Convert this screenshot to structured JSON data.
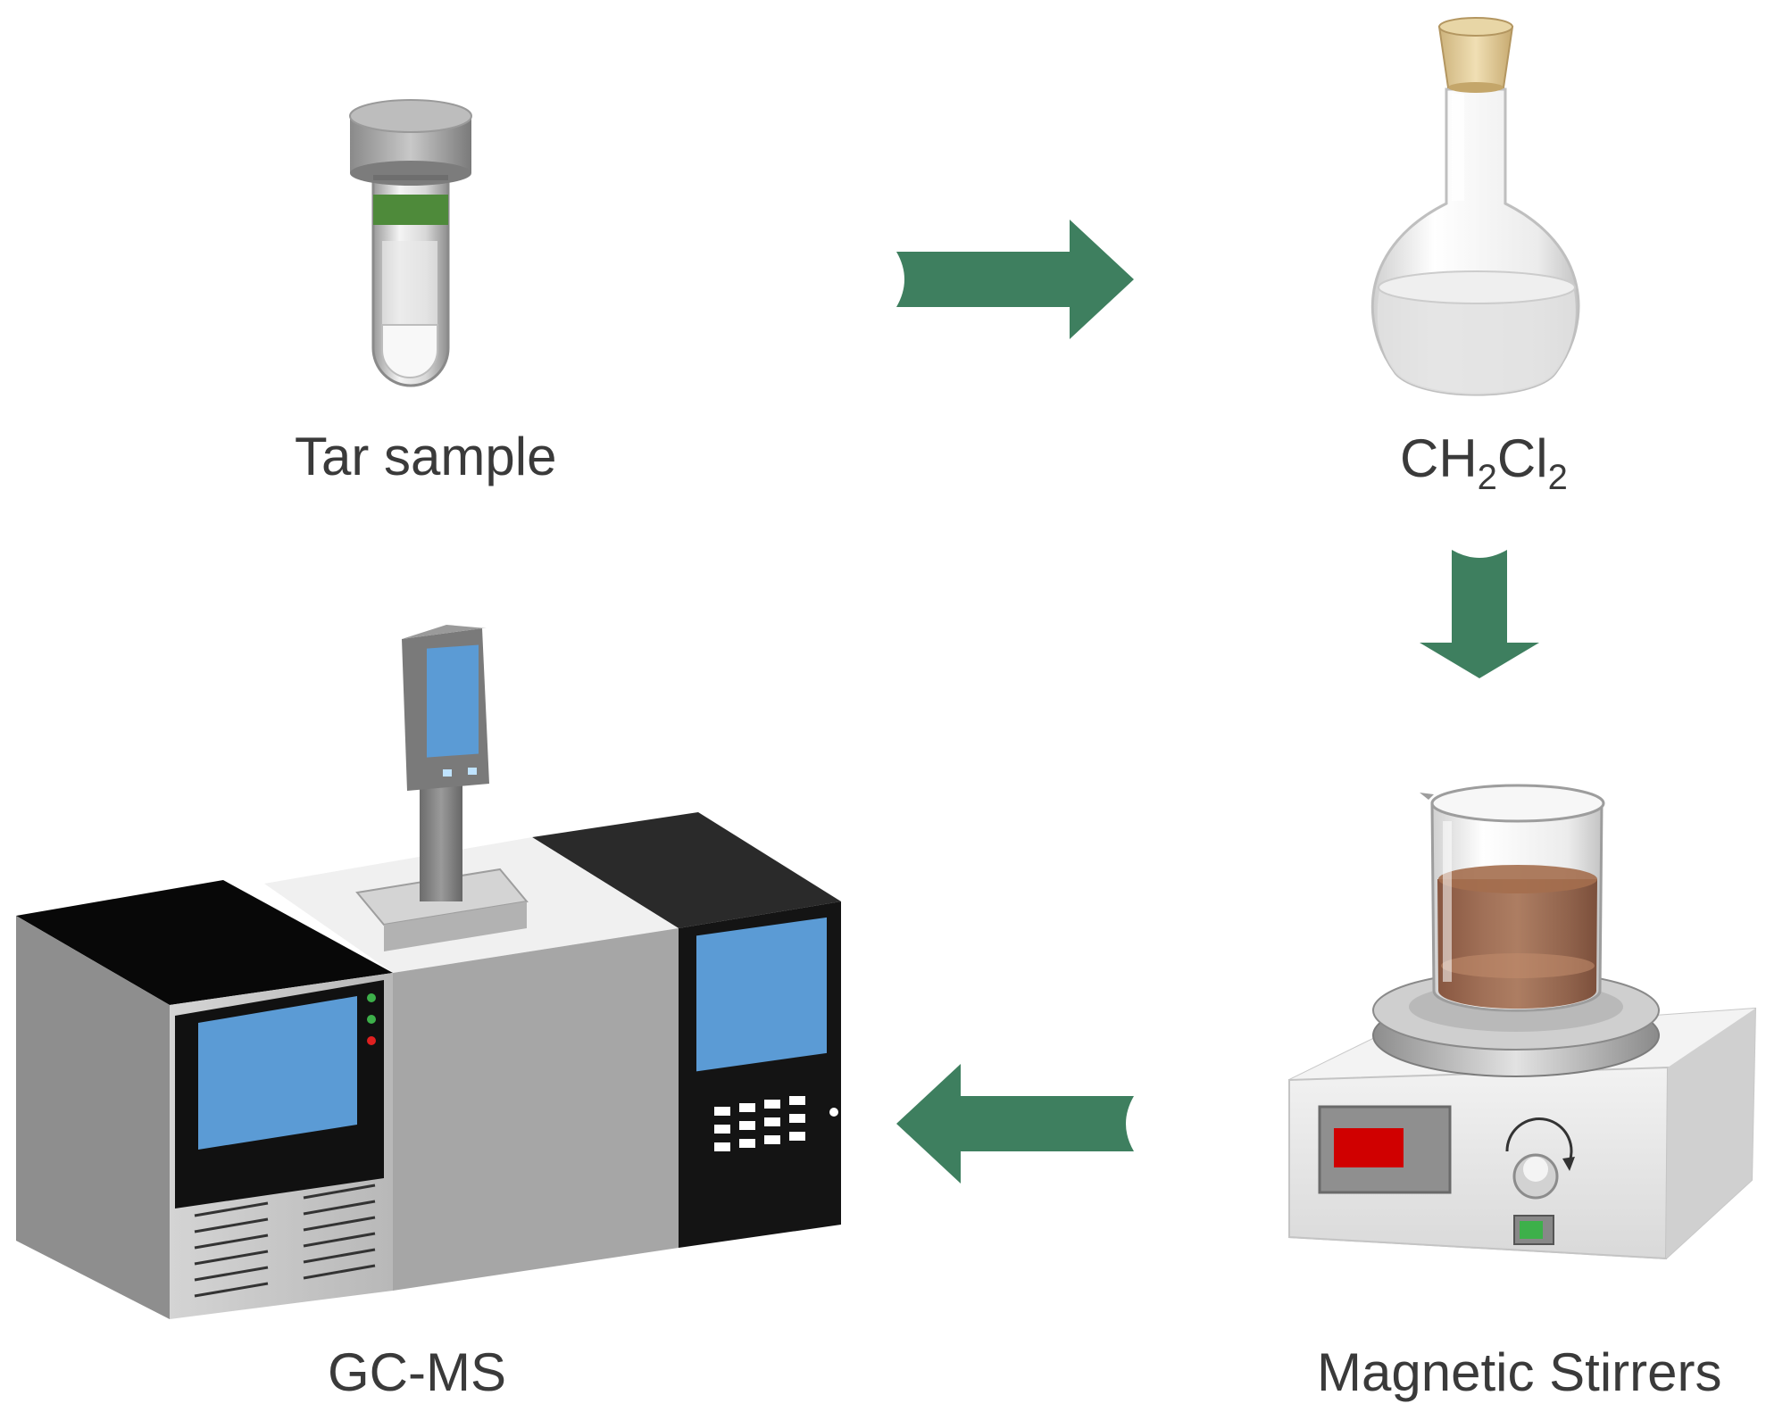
{
  "labels": {
    "tar_sample": "Tar sample",
    "ch2cl2": {
      "part1": "CH",
      "sub1": "2",
      "part2": "Cl",
      "sub2": "2"
    },
    "gc_ms": "GC-MS",
    "magnetic_stirrers": "Magnetic Stirrers"
  },
  "colors": {
    "arrow": "#3e7f5f",
    "screen": "#5b9bd5",
    "vial_band": "#4e8a3a",
    "liquid_brown": "#8a4a2a",
    "display_red": "#d00000",
    "led_green": "#3db04a",
    "led_red": "#e02020",
    "cork": "#e6d2a0"
  },
  "icons": [
    "vial-icon",
    "flask-icon",
    "beaker-stirrer-icon",
    "gc-ms-instrument-icon",
    "arrow-right-icon",
    "arrow-down-icon",
    "arrow-left-icon"
  ]
}
